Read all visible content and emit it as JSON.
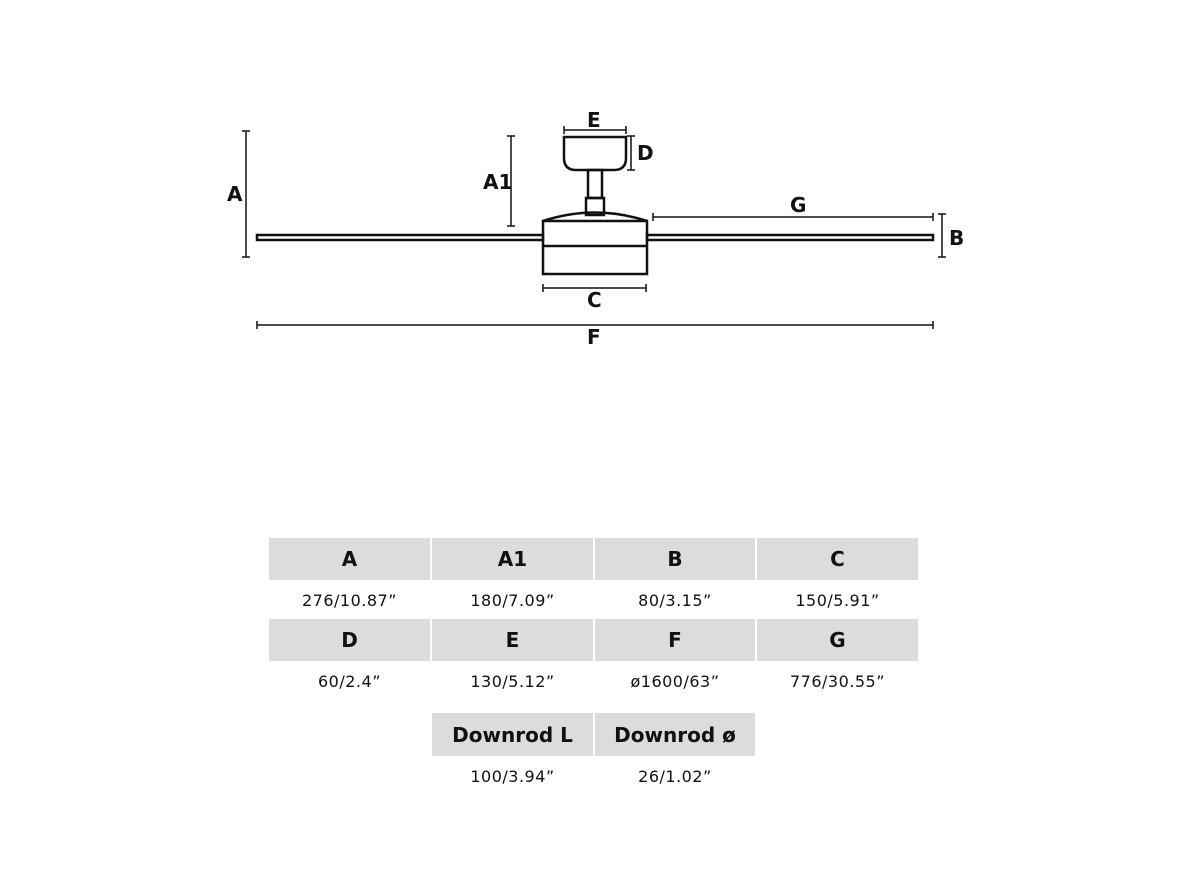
{
  "diagram": {
    "labels": {
      "A": "A",
      "A1": "A1",
      "B": "B",
      "C": "C",
      "D": "D",
      "E": "E",
      "F": "F",
      "G": "G"
    }
  },
  "table": {
    "row1": [
      {
        "header": "A",
        "value": "276/10.87”"
      },
      {
        "header": "A1",
        "value": "180/7.09”"
      },
      {
        "header": "B",
        "value": "80/3.15”"
      },
      {
        "header": "C",
        "value": "150/5.91”"
      }
    ],
    "row2": [
      {
        "header": "D",
        "value": "60/2.4”"
      },
      {
        "header": "E",
        "value": "130/5.12”"
      },
      {
        "header": "F",
        "value": "ø1600/63”"
      },
      {
        "header": "G",
        "value": "776/30.55”"
      }
    ],
    "row3": [
      {
        "header": "Downrod L",
        "value": "100/3.94”"
      },
      {
        "header": "Downrod ø",
        "value": "26/1.02”"
      }
    ]
  },
  "colors": {
    "line": "#111111",
    "header_bg": "#dcdcdc"
  }
}
